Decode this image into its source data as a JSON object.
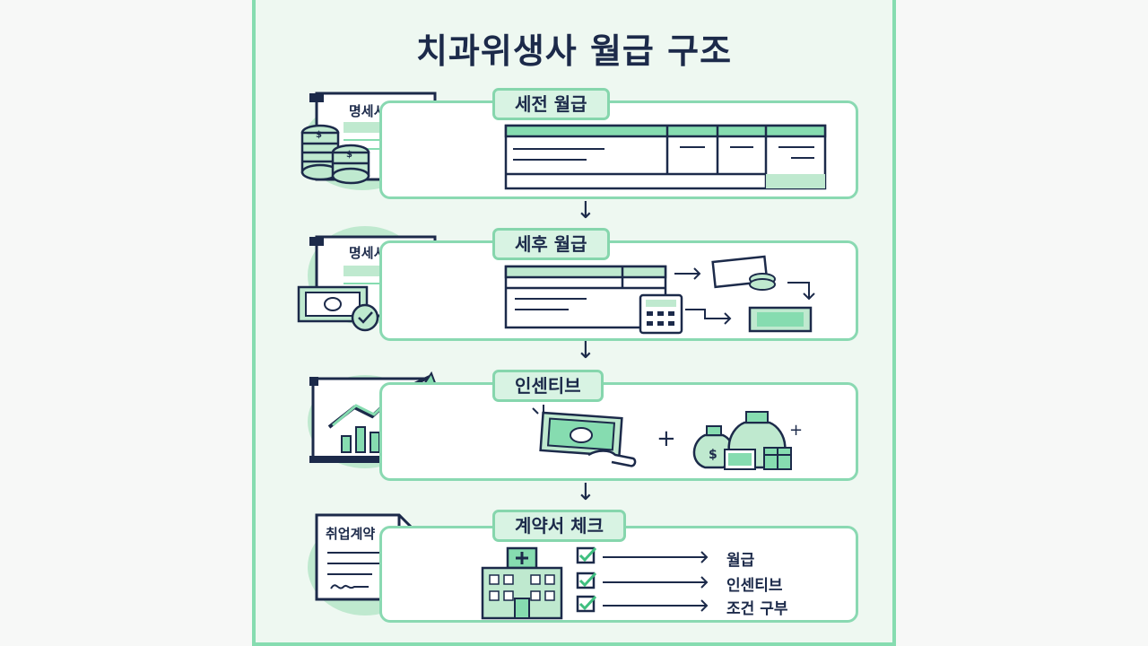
{
  "title": "치과위생사 월급 구조",
  "sections": [
    {
      "label": "세전 월급",
      "doc_label": "명세서"
    },
    {
      "label": "세후 월급",
      "doc_label": "명세서"
    },
    {
      "label": "인센티브"
    },
    {
      "label": "계약서 체크",
      "doc_label": "취업계약",
      "checklist": [
        "월급",
        "인센티브",
        "조건 구부"
      ]
    }
  ],
  "colors": {
    "accent": "#86dcb0",
    "navy": "#1c2a4a",
    "fill": "#bfe9cf"
  }
}
